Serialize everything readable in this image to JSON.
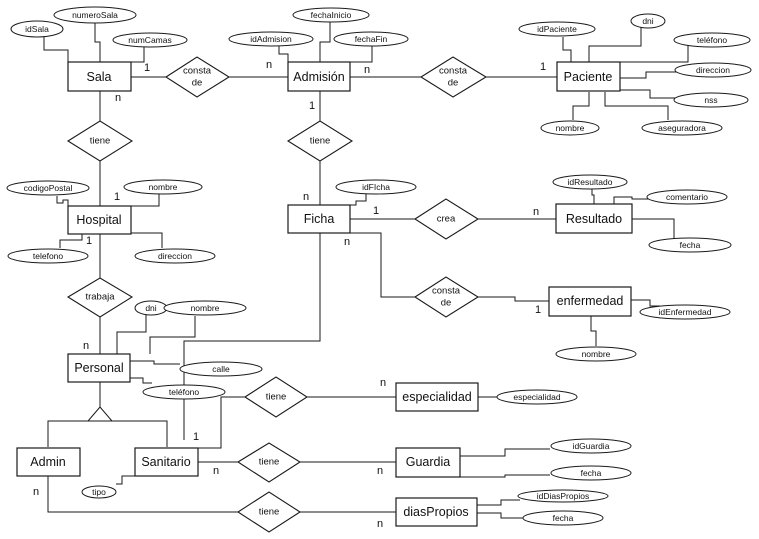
{
  "diagram": {
    "title": "ER diagram - hospital",
    "entities": {
      "sala": "Sala",
      "admision": "Admisión",
      "paciente": "Paciente",
      "hospital": "Hospital",
      "ficha": "Ficha",
      "resultado": "Resultado",
      "enfermedad": "enfermedad",
      "personal": "Personal",
      "admin": "Admin",
      "sanitario": "Sanitario",
      "especialidad": "especialidad",
      "guardia": "Guardia",
      "diasPropios": "diasPropios"
    },
    "relationships": {
      "sala_admision": [
        "consta",
        "de"
      ],
      "admision_paciente": [
        "consta",
        "de"
      ],
      "sala_hospital": [
        "tiene"
      ],
      "admision_ficha": [
        "tiene"
      ],
      "ficha_resultado": [
        "crea"
      ],
      "ficha_enfermedad": [
        "consta",
        "de"
      ],
      "hospital_personal": [
        "trabaja"
      ],
      "sanitario_especialidad": [
        "tiene"
      ],
      "sanitario_guardia": [
        "tiene"
      ],
      "admin_diasPropios": [
        "tiene"
      ]
    },
    "attributes": {
      "sala_idSala": "idSala",
      "sala_numeroSala": "numeroSala",
      "sala_numCamas": "numCamas",
      "admision_idAdmision": "idAdmision",
      "admision_fechaInicio": "fechaInicio",
      "admision_fechaFin": "fechaFin",
      "paciente_idPaciente": "idPaciente",
      "paciente_dni": "dni",
      "paciente_telefono": "teléfono",
      "paciente_direccion": "direccion",
      "paciente_nss": "nss",
      "paciente_nombre": "nombre",
      "paciente_aseguradora": "aseguradora",
      "hospital_codigoPostal": "codigoPostal",
      "hospital_nombre": "nombre",
      "hospital_telefono": "telefono",
      "hospital_direccion": "direccion",
      "ficha_idFicha": "idFIcha",
      "resultado_idResultado": "idResultado",
      "resultado_comentario": "comentario",
      "resultado_fecha": "fecha",
      "enfermedad_idEnfermedad": "idEnfermedad",
      "enfermedad_nombre": "nombre",
      "personal_dni": "dni",
      "personal_nombre": "nombre",
      "personal_calle": "calle",
      "personal_telefono": "teléfono",
      "sanitario_tipo": "tipo",
      "especialidad_especialidad": "especialidad",
      "guardia_idGuardia": "idGuardia",
      "guardia_fecha": "fecha",
      "diasPropios_idDiasPropios": "idDiasPropios",
      "diasPropios_fecha": "fecha"
    },
    "cardinalities": {
      "sala_to_admision_sala": "1",
      "sala_to_admision_admision": "n",
      "admision_to_paciente_admision": "n",
      "admision_to_paciente_paciente": "1",
      "sala_to_hospital_sala": "n",
      "sala_to_hospital_hospital": "1",
      "admision_to_ficha_admision": "1",
      "admision_to_ficha_ficha": "n",
      "ficha_to_resultado_ficha": "1",
      "ficha_to_resultado_resultado": "n",
      "ficha_to_enfermedad_ficha": "n",
      "ficha_to_enfermedad_enfermedad": "1",
      "hospital_to_personal_hospital": "1",
      "hospital_to_personal_personal": "n",
      "sanitario_to_especialidad_sanitario": "1",
      "sanitario_to_especialidad_especialidad": "n",
      "sanitario_to_guardia_sanitario": "n",
      "sanitario_to_guardia_guardia": "n",
      "admin_to_diasPropios_admin": "n",
      "admin_to_diasPropios_diasPropios": "n"
    }
  }
}
